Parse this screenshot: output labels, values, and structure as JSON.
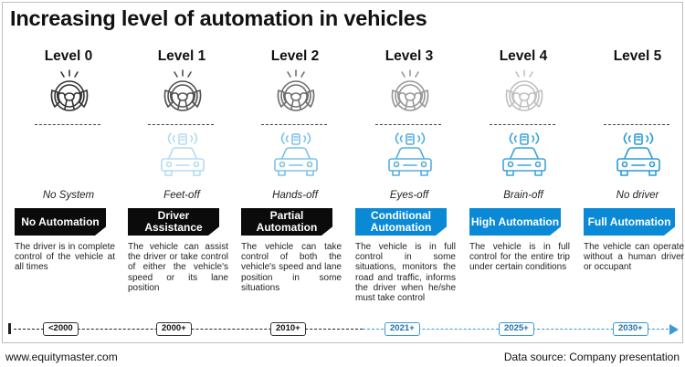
{
  "title": "Increasing level of automation in vehicles",
  "levels": [
    {
      "level": "Level 0",
      "mode": "No System",
      "box": "No Automation",
      "box_color": "#0b0b0b",
      "description": "The driver is in complete control of the vehicle at all times",
      "wheel_icon": "steering-wheel-hands-icon",
      "car_icon": null
    },
    {
      "level": "Level 1",
      "mode": "Feet-off",
      "box": "Driver Assistance",
      "box_color": "#0b0b0b",
      "description": "The vehicle can assist the driver or take control of either the vehicle's speed or its lane position",
      "wheel_icon": "steering-wheel-hands-icon",
      "car_icon": "connected-car-icon"
    },
    {
      "level": "Level 2",
      "mode": "Hands-off",
      "box": "Partial Automation",
      "box_color": "#0b0b0b",
      "description": "The vehicle can take control of both the vehicle's speed and lane position in some situations",
      "wheel_icon": "steering-wheel-hands-icon",
      "car_icon": "connected-car-icon"
    },
    {
      "level": "Level 3",
      "mode": "Eyes-off",
      "box": "Conditional Automation",
      "box_color": "#0a8ad6",
      "description": "The vehicle is in full control in some situations, monitors the road and traffic, informs the driver when he/she must take control",
      "wheel_icon": "steering-wheel-hands-icon",
      "car_icon": "connected-car-icon"
    },
    {
      "level": "Level 4",
      "mode": "Brain-off",
      "box": "High Automation",
      "box_color": "#0a8ad6",
      "description": "The vehicle is in full control for the entire trip under certain conditions",
      "wheel_icon": "steering-wheel-hands-icon",
      "car_icon": "connected-car-icon"
    },
    {
      "level": "Level 5",
      "mode": "No driver",
      "box": "Full Automation",
      "box_color": "#0a8ad6",
      "description": "The vehicle can operate without a human driver or occupant",
      "wheel_icon": null,
      "car_icon": "connected-car-icon"
    }
  ],
  "timeline": [
    "<2000",
    "2000+",
    "2010+",
    "2021+",
    "2025+",
    "2030+"
  ],
  "footer": {
    "source_site": "www.equitymaster.com",
    "data_source": "Data source: Company presentation"
  }
}
